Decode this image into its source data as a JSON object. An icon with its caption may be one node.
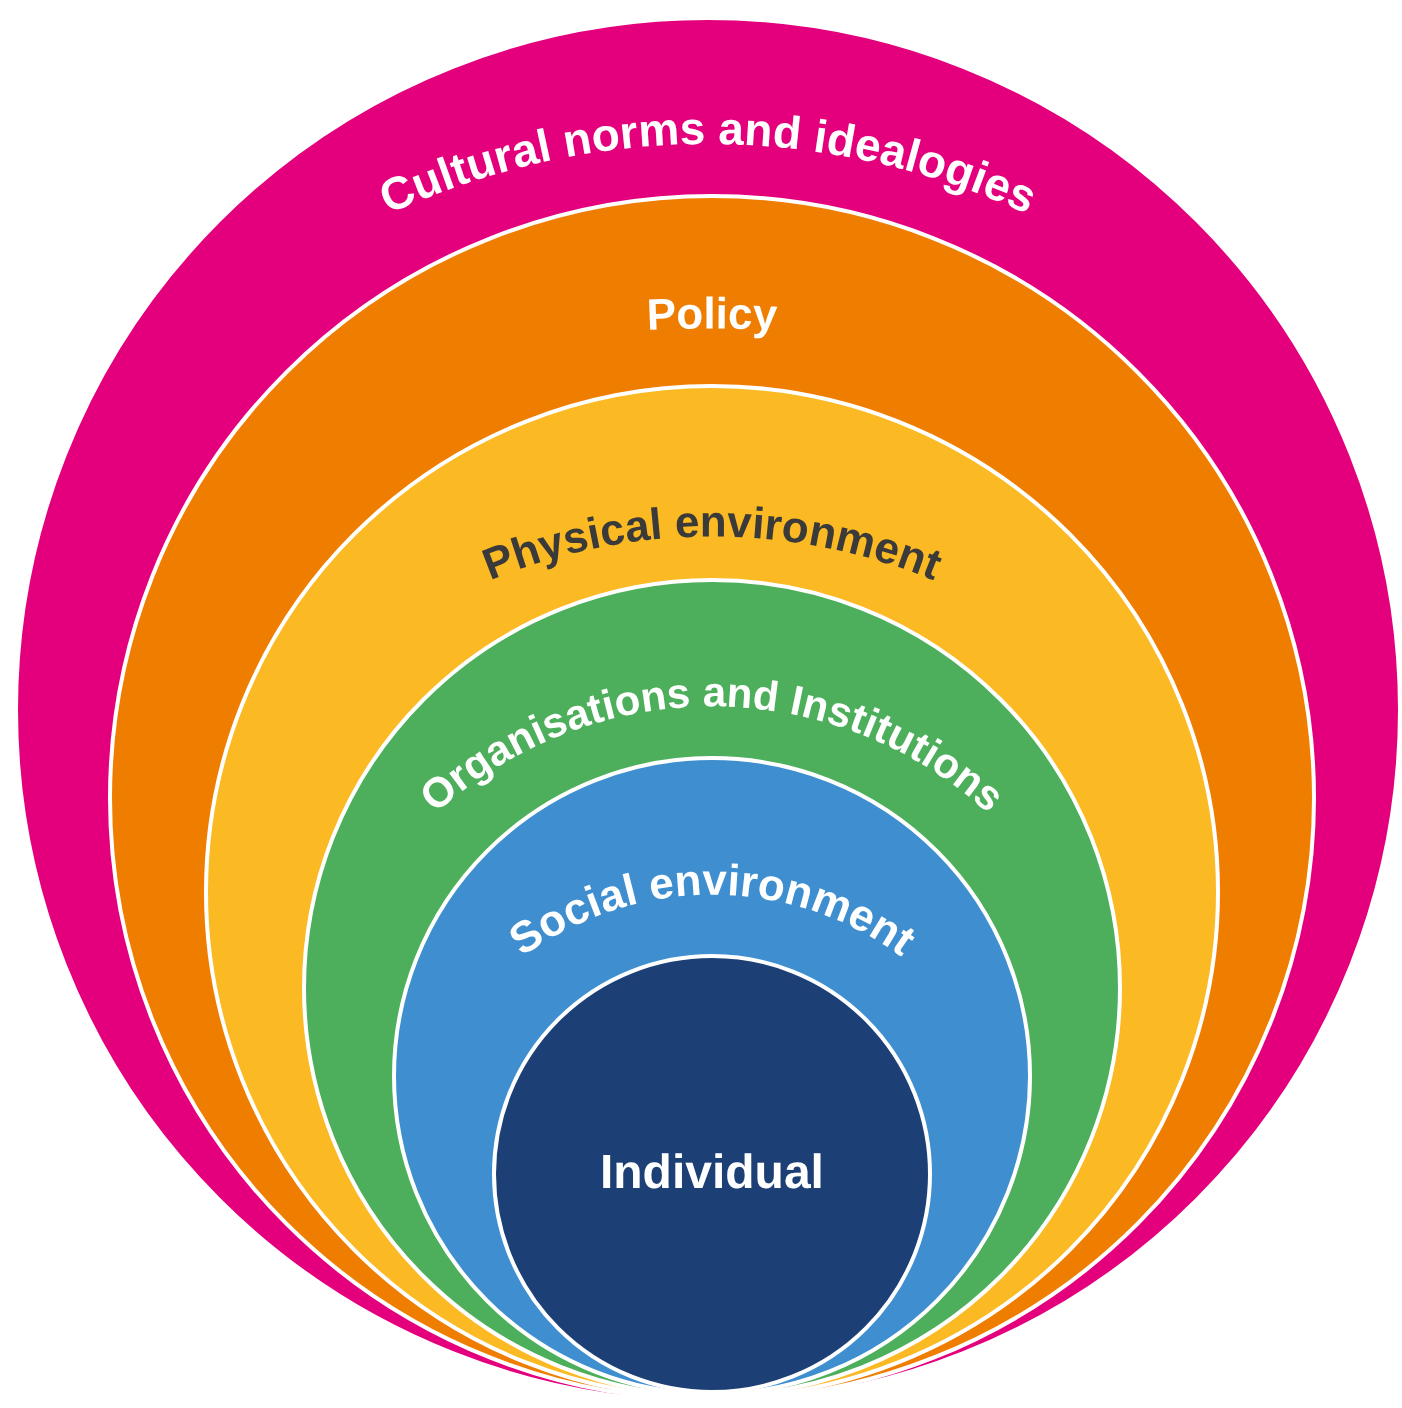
{
  "diagram": {
    "nodes": [
      {
        "text": [
          "Cultural norms and idealogies"
        ]
      },
      {
        "text": [
          "Policy"
        ],
        "in": 0
      },
      {
        "text": [
          "Physical environment"
        ],
        "in": 1
      },
      {
        "text": [
          "Organisations and Institutions"
        ],
        "in": 2
      },
      {
        "text": [
          "Social environment"
        ],
        "in": 3
      },
      {
        "text": [
          "Individual"
        ],
        "in": 4
      }
    ]
  }
}
